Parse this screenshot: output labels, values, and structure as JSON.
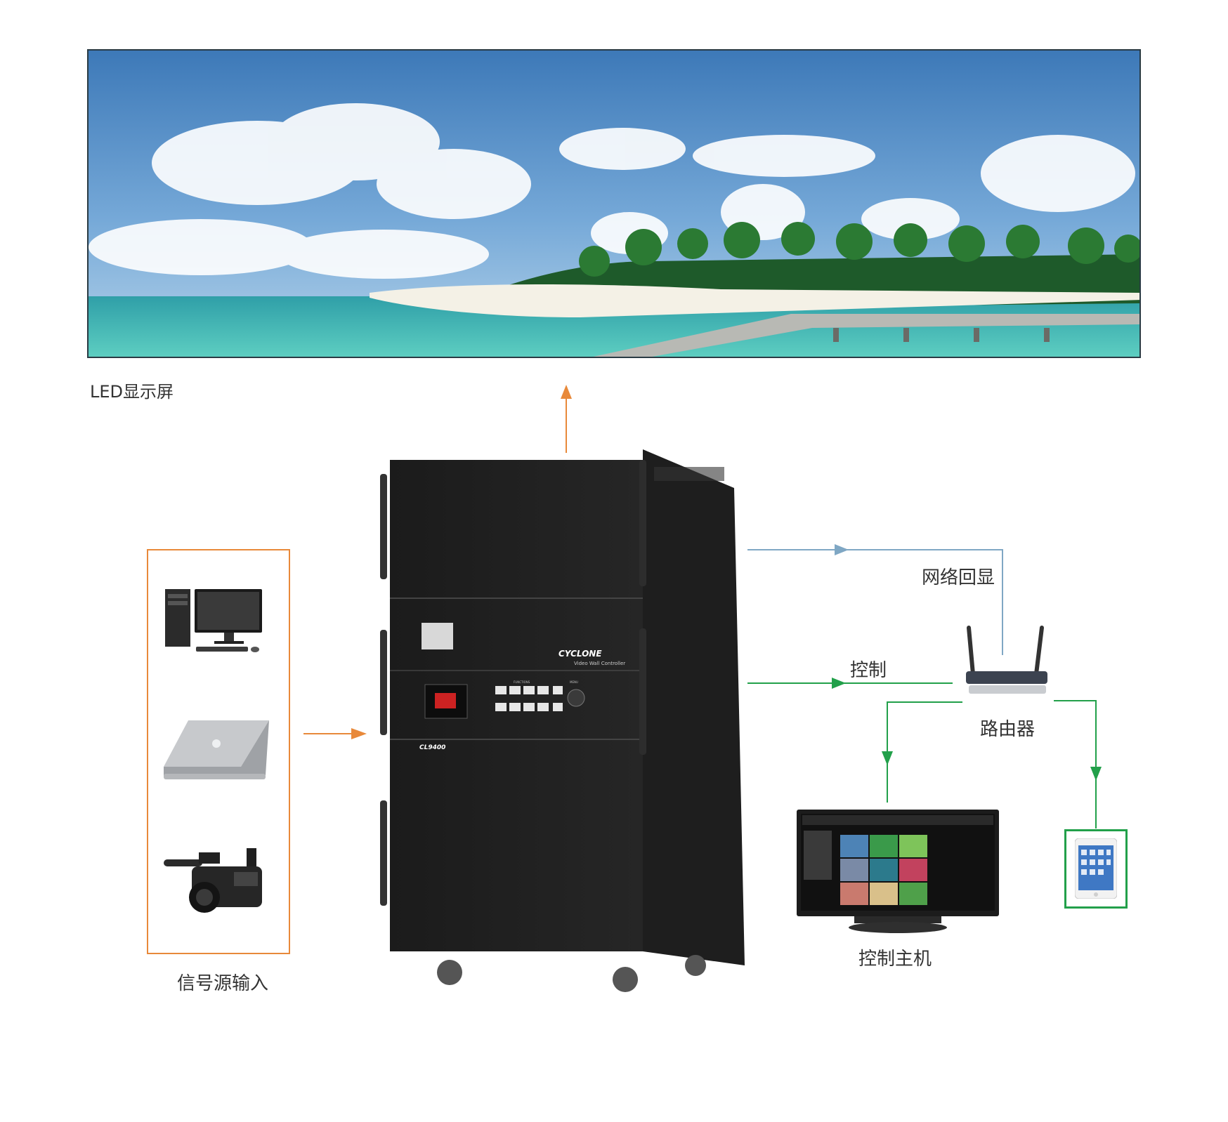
{
  "labels": {
    "led_display": "LED显示屏",
    "signal_input": "信号源输入",
    "network_echo": "网络回显",
    "control": "控制",
    "router": "路由器",
    "control_host": "控制主机"
  },
  "cabinet": {
    "brand": "CYCLONE",
    "subtitle": "Video Wall Controller",
    "model": "CL9400",
    "panel_caption_left": "FUNCTIONS",
    "panel_caption_right": "MENU"
  },
  "colors": {
    "orange_arrow": "#e8893a",
    "blue_line": "#7fa7c4",
    "green_line": "#22a04a"
  },
  "icons": [
    "desktop-computer-icon",
    "laptop-icon",
    "video-camera-icon",
    "wifi-router-icon",
    "monitor-icon",
    "tablet-icon"
  ]
}
